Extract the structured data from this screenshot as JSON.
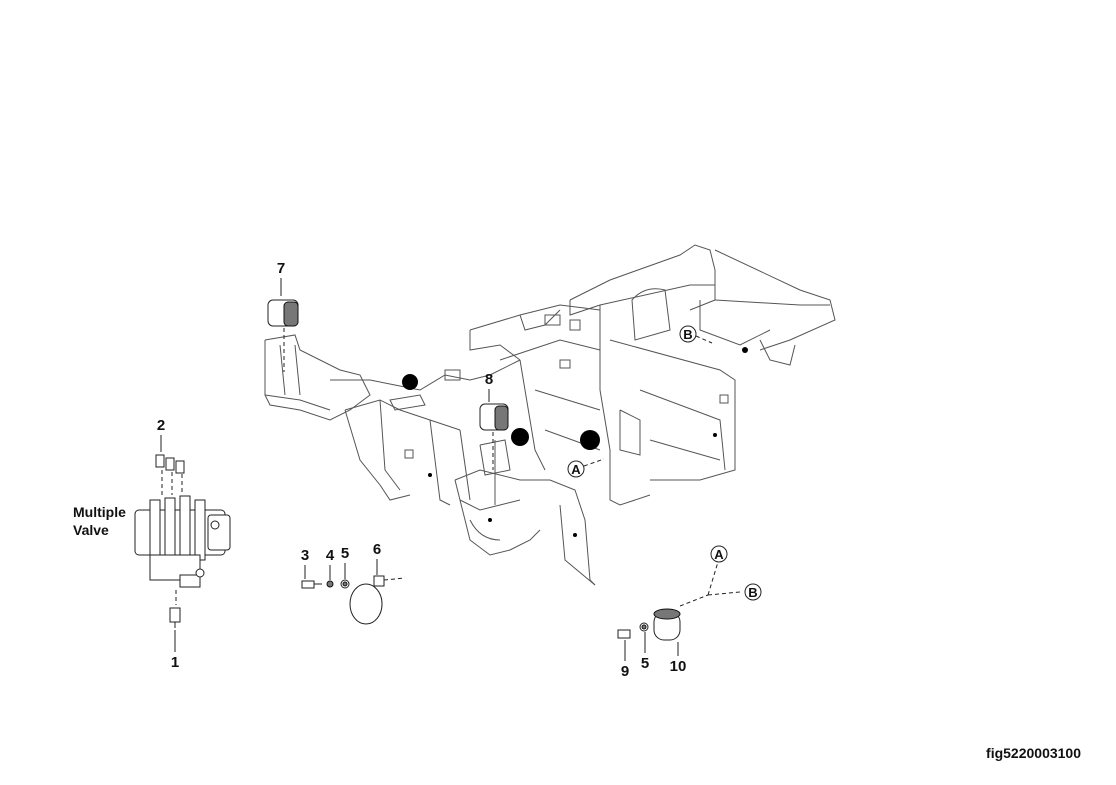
{
  "diagram": {
    "figure_id": "fig5220003100",
    "component_label": [
      "Multiple",
      "Valve"
    ],
    "callouts": {
      "c1": "1",
      "c2": "2",
      "c3": "3",
      "c4": "4",
      "c5a": "5",
      "c5b": "5",
      "c6": "6",
      "c7": "7",
      "c8": "8",
      "c9": "9",
      "c10": "10"
    },
    "connectors": {
      "a_frame": "A",
      "b_frame": "B",
      "a_part": "A",
      "b_part": "B"
    }
  }
}
